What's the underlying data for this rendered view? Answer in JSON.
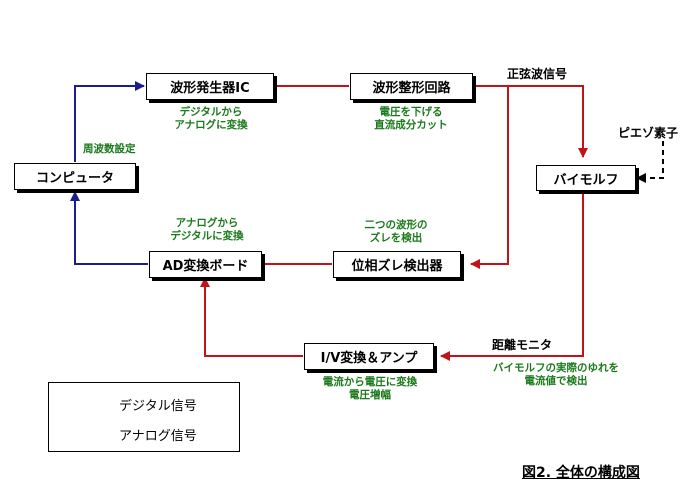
{
  "colors": {
    "digital": "#1c1c8c",
    "analog": "#c0141a",
    "note": "#1a7a1a"
  },
  "boxes": {
    "wave_gen": "波形発生器IC",
    "shaper": "波形整形回路",
    "computer": "コンピュータ",
    "bimorph": "バイモルフ",
    "ad_board": "AD変換ボード",
    "phase_detect": "位相ズレ検出器",
    "iv_amp": "I/V変換＆アンプ"
  },
  "notes": {
    "wave_gen_1": "デジタルから",
    "wave_gen_2": "アナログに変換",
    "shaper_1": "電圧を下げる",
    "shaper_2": "直流成分カット",
    "freq": "周波数設定",
    "ad_1": "アナログから",
    "ad_2": "デジタルに変換",
    "phase_1": "二つの波形の",
    "phase_2": "ズレを検出",
    "iv_1": "電流から電圧に変換",
    "iv_2": "電圧増幅",
    "bimorph_1": "バイモルフの実際のゆれを",
    "bimorph_2": "電流値で検出"
  },
  "labels": {
    "sine": "正弦波信号",
    "piezo": "ピエゾ素子",
    "distance": "距離モニタ"
  },
  "legend": {
    "digital": "デジタル信号",
    "analog": "アナログ信号"
  },
  "caption": "図2. 全体の構成図"
}
